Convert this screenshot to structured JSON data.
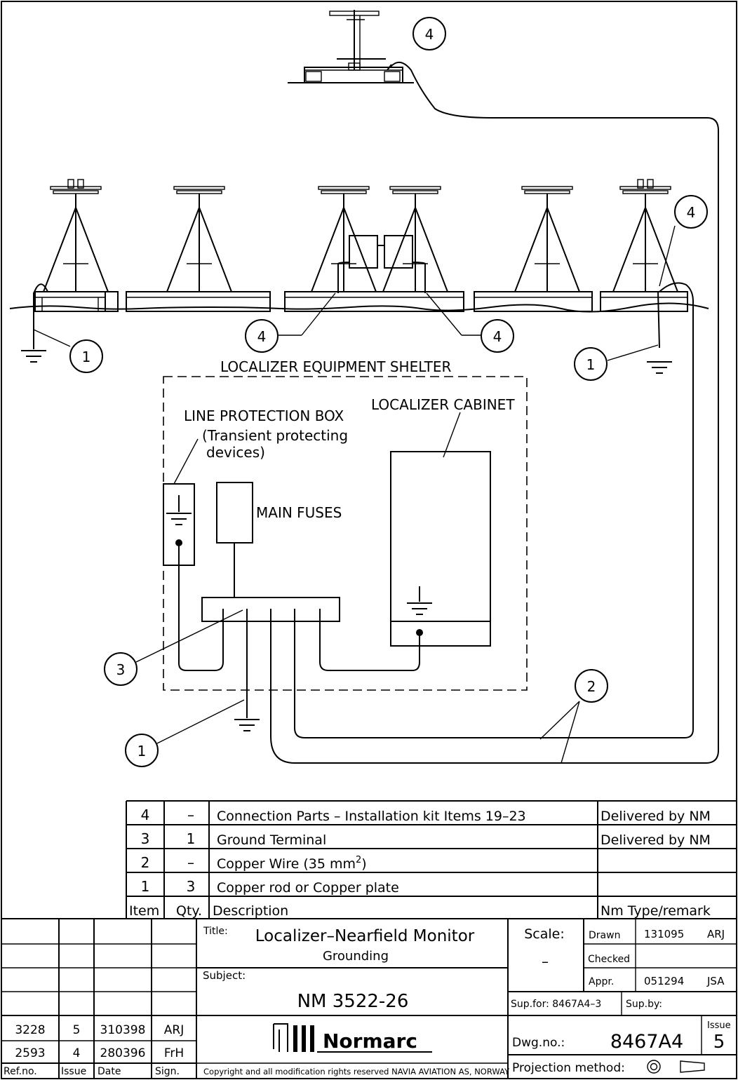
{
  "shelter_label": "LOCALIZER EQUIPMENT SHELTER",
  "lpb": {
    "title": "LINE PROTECTION BOX",
    "sub1": "(Transient protecting",
    "sub2": "devices)"
  },
  "cabinet_label": "LOCALIZER CABINET",
  "fuses_label": "MAIN FUSES",
  "callouts": {
    "c1": "1",
    "c2": "2",
    "c3": "3",
    "c4": "4"
  },
  "parts_list": {
    "rows": [
      {
        "item": "4",
        "qty": "–",
        "description": "Connection Parts – Installation kit Items 19–23",
        "remark": "Delivered by NM"
      },
      {
        "item": "3",
        "qty": "1",
        "description": "Ground Terminal",
        "remark": "Delivered by NM"
      },
      {
        "item": "2",
        "qty": "–",
        "description": "Copper Wire (35 mm",
        "sup": "2",
        "desc_tail": ")",
        "remark": ""
      },
      {
        "item": "1",
        "qty": "3",
        "description": "Copper rod or Copper plate",
        "remark": ""
      }
    ],
    "header": {
      "item": "Item",
      "qty": "Qty.",
      "description": "Description",
      "remark": "Nm Type/remark"
    }
  },
  "title_block": {
    "revisions": [
      {
        "ref": "3228",
        "issue": "5",
        "date": "310398",
        "sign": "ARJ"
      },
      {
        "ref": "2593",
        "issue": "4",
        "date": "280396",
        "sign": "FrH"
      }
    ],
    "rev_header": {
      "ref": "Ref.no.",
      "issue": "Issue",
      "date": "Date",
      "sign": "Sign."
    },
    "title_label": "Title:",
    "title": "Localizer–Nearfield Monitor",
    "subtitle": "Grounding",
    "subject_label": "Subject:",
    "subject": "NM 3522-26",
    "scale_label": "Scale:",
    "scale": "–",
    "drawn_label": "Drawn",
    "drawn_date": "131095",
    "drawn_by": "ARJ",
    "checked_label": "Checked",
    "appr_label": "Appr.",
    "appr_date": "051294",
    "appr_by": "JSA",
    "sup_for": "Sup.for: 8467A4–3",
    "sup_by": "Sup.by:",
    "dwg_label": "Dwg.no.:",
    "dwg_no": "8467A4",
    "issue_label": "Issue",
    "issue": "5",
    "projection_label": "Projection method:",
    "company": "Normarc",
    "copyright": "Copyright and all modification rights reserved NAVIA AVIATION AS, NORWAY"
  }
}
